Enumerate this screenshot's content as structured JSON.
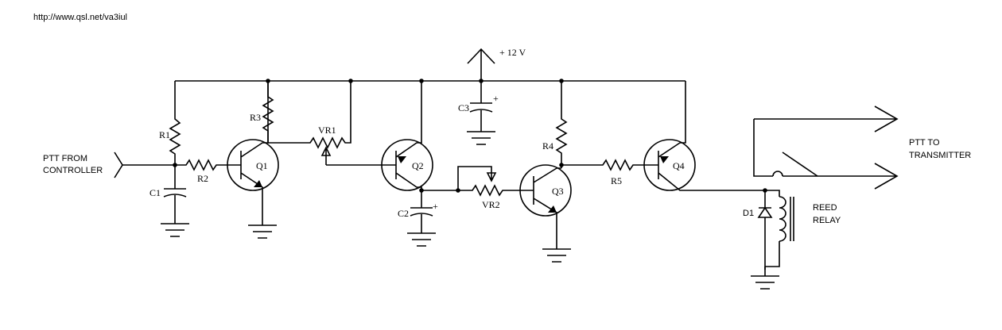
{
  "source_url": "http://www.qsl.net/va3iul",
  "supply": "+ 12 V",
  "input_label": [
    "PTT   FROM",
    "CONTROLLER"
  ],
  "output_label": [
    "PTT  TO",
    "TRANSMITTER"
  ],
  "relay_label": [
    "REED",
    "RELAY"
  ],
  "components": {
    "q1": "Q1",
    "q2": "Q2",
    "q3": "Q3",
    "q4": "Q4",
    "r1": "R1",
    "r2": "R2",
    "r3": "R3",
    "r4": "R4",
    "r5": "R5",
    "vr1": "VR1",
    "vr2": "VR2",
    "c1": "C1",
    "c2": "C2",
    "c3": "C3",
    "d1": "D1",
    "plus": "+"
  }
}
